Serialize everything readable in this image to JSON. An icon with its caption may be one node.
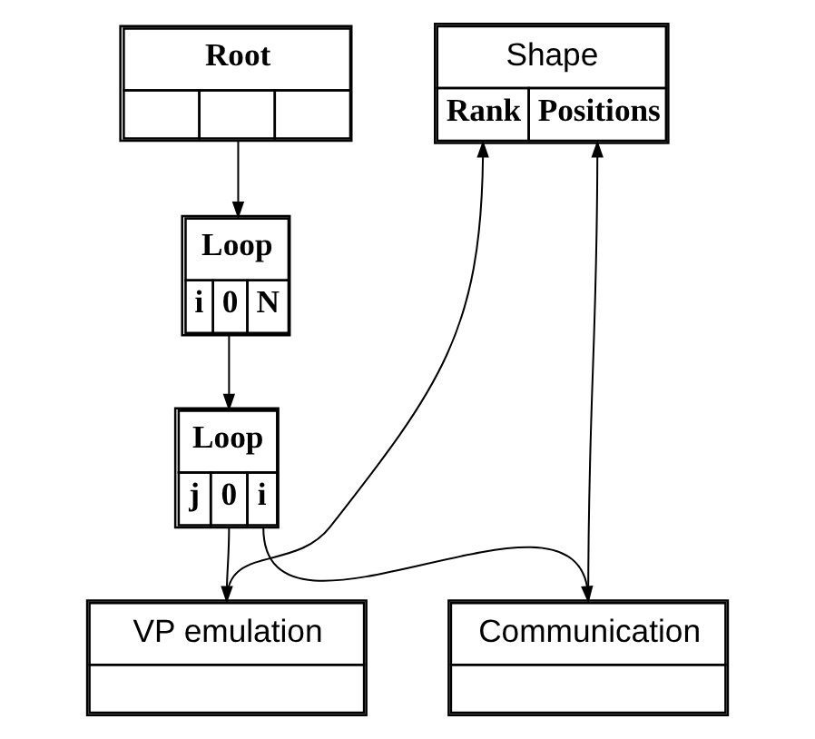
{
  "diagram": {
    "nodes": [
      {
        "text": [
          "Root"
        ]
      },
      {
        "text": [
          "Loop",
          "i",
          "0",
          "N"
        ]
      },
      {
        "text": [
          "Loop",
          "j",
          "0",
          "i"
        ]
      },
      {
        "text": [
          "Shape",
          "Rank",
          "Positions"
        ]
      },
      {
        "text": [
          "VP emulation"
        ]
      },
      {
        "text": [
          "Communication"
        ]
      }
    ],
    "edges": [
      {
        "from": 0,
        "to": 1,
        "arrow": "to"
      },
      {
        "from": 1,
        "to": 2,
        "arrow": "to"
      },
      {
        "from": 2,
        "to": 4,
        "arrow": "to"
      },
      {
        "from": 2,
        "to": 5,
        "arrow": "to"
      },
      {
        "from": 4,
        "to": 3,
        "arrow": "to"
      },
      {
        "from": 5,
        "to": 3,
        "arrow": "to"
      }
    ]
  }
}
